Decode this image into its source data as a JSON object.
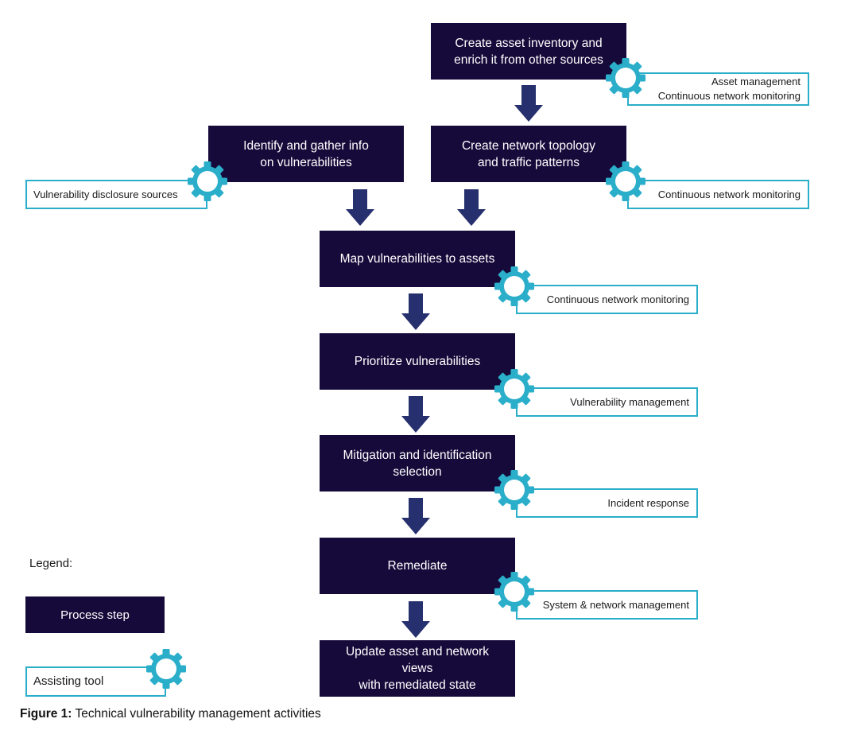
{
  "steps": {
    "inventory": "Create asset inventory and\nenrich it from other sources",
    "identify": "Identify and gather info\non vulnerabilities",
    "topology": "Create network topology\nand traffic patterns",
    "map": "Map vulnerabilities to assets",
    "prioritize": "Prioritize vulnerabilities",
    "mitigation": "Mitigation and identification\nselection",
    "remediate": "Remediate",
    "update": "Update asset and network views\nwith remediated state"
  },
  "tools": {
    "inventory": [
      "Asset management",
      "Continuous network monitoring"
    ],
    "identify": "Vulnerability disclosure sources",
    "topology": "Continuous network monitoring",
    "map": "Continuous network monitoring",
    "prioritize": "Vulnerability management",
    "mitigation": "Incident response",
    "remediate": "System & network management"
  },
  "legend": {
    "title": "Legend:",
    "process_step": "Process step",
    "assisting_tool": "Assisting tool"
  },
  "caption": {
    "label": "Figure 1:",
    "text": "Technical vulnerability management activities"
  },
  "colors": {
    "step_fill": "#160a3a",
    "arrow_fill": "#27306e",
    "tool_accent": "#2aaec9"
  }
}
